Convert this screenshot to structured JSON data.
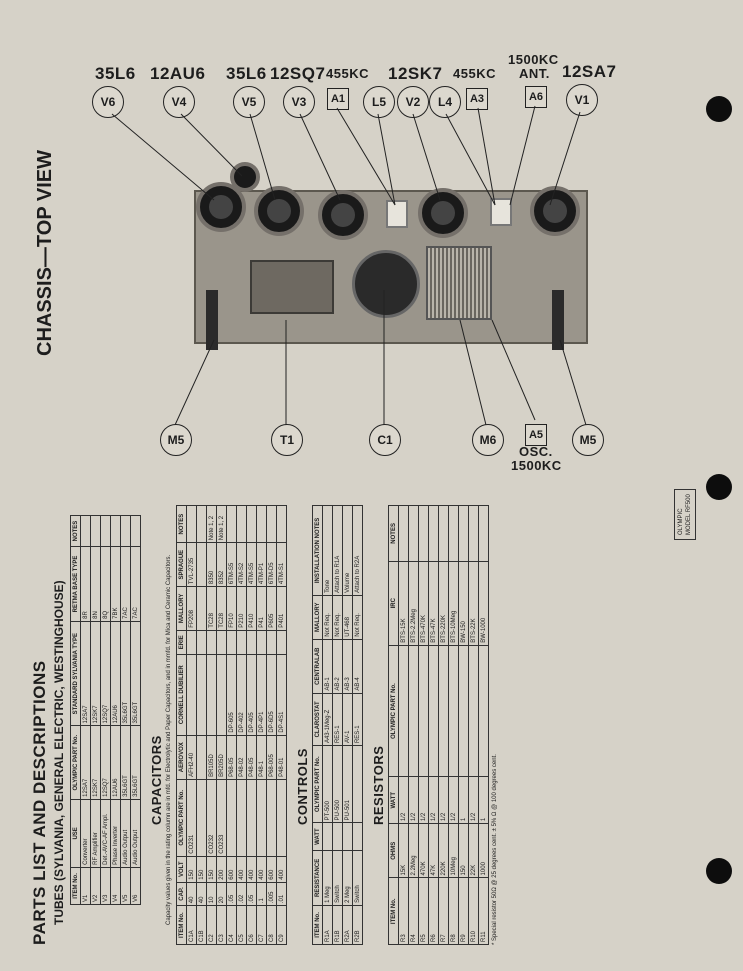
{
  "chassis": {
    "title": "CHASSIS—TOP VIEW",
    "tube_labels": [
      "35L6",
      "12AU6",
      "35L6",
      "12SQ7",
      "455KC",
      "12SK7",
      "455KC",
      "1500KC",
      "ANT.",
      "12SA7"
    ],
    "callouts_top": [
      "V6",
      "V4",
      "V5",
      "V3",
      "A1",
      "L5",
      "V2",
      "L4",
      "A3",
      "A6",
      "V1"
    ],
    "callouts_bottom": [
      "M5",
      "T1",
      "C1",
      "M6",
      "A5",
      "M5"
    ],
    "osc_label": "OSC.",
    "osc_freq": "1500KC"
  },
  "parts": {
    "title": "PARTS LIST AND DESCRIPTIONS",
    "tubes_heading": "TUBES (SYLVANIA, GENERAL ELECTRIC, WESTINGHOUSE)",
    "model_box": [
      "OLYMPIC",
      "MODEL RF500"
    ],
    "tubes": {
      "headers": [
        "ITEM No.",
        "USE",
        "OLYMPIC PART No.",
        "STANDARD SYLVANIA TYPE",
        "RETMA BASE TYPE",
        "NOTES"
      ],
      "rows": [
        [
          "V1",
          "Converter",
          "12SA7",
          "12SA7",
          "8R",
          ""
        ],
        [
          "V2",
          "RF Amplifier",
          "12SK7",
          "12SK7",
          "8N",
          ""
        ],
        [
          "V3",
          "Det.-AVC-AF Ampl.",
          "12SQ7",
          "12SQ7",
          "8Q",
          ""
        ],
        [
          "V4",
          "Phase Inverter",
          "12AU6",
          "12AU6",
          "7BK",
          ""
        ],
        [
          "V5",
          "Audio Output",
          "35L6GT",
          "35L6GT",
          "7AC",
          ""
        ],
        [
          "V6",
          "Audio Output",
          "35L6GT",
          "35L6GT",
          "7AC",
          ""
        ]
      ]
    },
    "capacitors": {
      "heading": "CAPACITORS",
      "subheading": "Capacity values given in the rating column are in mfd. for Electrolytic and Paper Capacitors, and in mmfd. for Mica and Ceramic Capacitors.",
      "headers": [
        "ITEM No.",
        "CAP.",
        "VOLT",
        "OLYMPIC PART No.",
        "AEROVOX",
        "CORNELL DUBILIER",
        "ERIE",
        "MALLORY",
        "SPRAGUE",
        "NOTES"
      ],
      "rows": [
        [
          "C1A",
          "40",
          "150",
          "CO231",
          "AFH2-40",
          "",
          "",
          "FP208",
          "TVL-2735",
          ""
        ],
        [
          "C1B",
          "40",
          "150",
          "",
          "",
          "",
          "",
          "",
          "",
          ""
        ],
        [
          "C2",
          "10",
          "150",
          "CO232",
          "BR105D",
          "",
          "",
          "TC28",
          "8350",
          "Note 1, 2"
        ],
        [
          "C3",
          "20",
          "200",
          "CO233",
          "BR205D",
          "",
          "",
          "TC28",
          "8352",
          "Note 1, 2"
        ],
        [
          "C4",
          ".05",
          "600",
          "",
          "P68-05",
          "DP-605",
          "",
          "FP10",
          "6TM-S5",
          ""
        ],
        [
          "C5",
          ".02",
          "400",
          "",
          "P48-02",
          "DP-402",
          "",
          "P210",
          "4TM-S2",
          ""
        ],
        [
          "C6",
          ".05",
          "400",
          "",
          "P48-05",
          "DP-405",
          "",
          "P410",
          "4TM-S5",
          ""
        ],
        [
          "C7",
          ".1",
          "400",
          "",
          "P48-1",
          "DP-4P1",
          "",
          "P41",
          "4TM-P1",
          ""
        ],
        [
          "C8",
          ".005",
          "600",
          "",
          "P68-005",
          "DP-6D5",
          "",
          "P605",
          "6TM-D5",
          ""
        ],
        [
          "C9",
          ".01",
          "400",
          "",
          "P48-01",
          "DP-4S1",
          "",
          "P401",
          "4TM-S1",
          ""
        ]
      ]
    },
    "controls": {
      "heading": "CONTROLS",
      "headers": [
        "ITEM No.",
        "RESISTANCE",
        "WATT",
        "OLYMPIC PART No.",
        "CLAROSTAT",
        "CENTRALAB",
        "MALLORY",
        "INSTALLATION NOTES"
      ],
      "rows": [
        [
          "R1A",
          "1 Meg",
          "",
          "PT-500",
          "A43-1Meg-Z",
          "AB-1",
          "Not Req.",
          "Tone"
        ],
        [
          "R1B",
          "Switch",
          "",
          "PU-500",
          "RES-1",
          "AB-2",
          "Not Req.",
          "Attach to R1A"
        ],
        [
          "R2A",
          "2 Meg",
          "",
          "PU-501",
          "AV-1",
          "AB-3",
          "UT-468",
          "Volume"
        ],
        [
          "R2B",
          "Switch",
          "",
          "",
          "RES-1",
          "AB-4",
          "Not Req.",
          "Attach to R2A"
        ]
      ]
    },
    "resistors": {
      "heading": "RESISTORS",
      "headers": [
        "ITEM No.",
        "OHMS",
        "WATT",
        "OLYMPIC PART No.",
        "IRC",
        "NOTES"
      ],
      "rows": [
        [
          "R3",
          "15K",
          "1/2",
          "",
          "BTS-15K",
          ""
        ],
        [
          "R4",
          "2.2Meg",
          "1/2",
          "",
          "BTS-2.2Meg",
          ""
        ],
        [
          "R5",
          "470K",
          "1/2",
          "",
          "BTS-470K",
          ""
        ],
        [
          "R6",
          "47K",
          "1/2",
          "",
          "BTS-47K",
          ""
        ],
        [
          "R7",
          "220K",
          "1/2",
          "",
          "BTS-220K",
          ""
        ],
        [
          "R8",
          "10Meg",
          "1/2",
          "",
          "BTS-10Meg",
          ""
        ],
        [
          "R9",
          "150",
          "1",
          "",
          "BW-150",
          ""
        ],
        [
          "R10",
          "22K",
          "1/2",
          "",
          "BTS-22K",
          ""
        ],
        [
          "R11",
          "1000",
          "1",
          "",
          "BW-1000",
          ""
        ]
      ]
    },
    "footnote": "* Special resistor 50Ω @ 25 degrees cent. ± 5% Ω @ 100 degrees cent."
  }
}
